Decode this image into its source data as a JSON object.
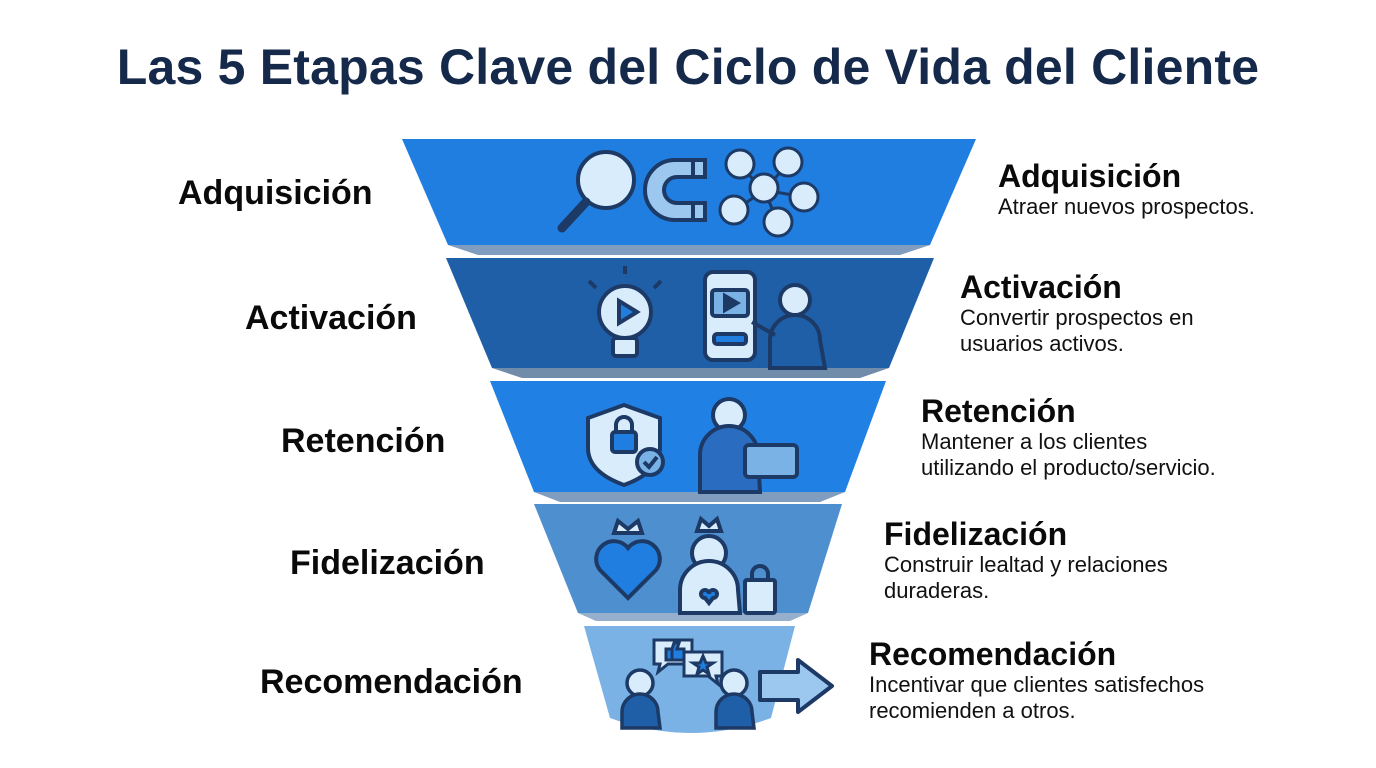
{
  "title": "Las 5 Etapas Clave del Ciclo de Vida del Cliente",
  "colors": {
    "stage1": "#1f7ee0",
    "stage2": "#1f5fa8",
    "stage3": "#2180e3",
    "stage4": "#4e8fd0",
    "stage5": "#7ab2e6",
    "title": "#15294b",
    "icon_stroke": "#1d3a66"
  },
  "stages": [
    {
      "left_label": "Adquisición",
      "title": "Adquisición",
      "desc_lines": [
        "Atraer nuevos prospectos."
      ],
      "icons": [
        "magnifier-icon",
        "magnet-icon",
        "people-network-icon"
      ]
    },
    {
      "left_label": "Activación",
      "title": "Activación",
      "desc_lines": [
        "Convertir prospectos en",
        "usuarios activos."
      ],
      "icons": [
        "lightbulb-play-icon",
        "smartphone-video-icon",
        "user-pointing-icon"
      ]
    },
    {
      "left_label": "Retención",
      "title": "Retención",
      "desc_lines": [
        "Mantener a los clientes",
        "utilizando el producto/servicio."
      ],
      "icons": [
        "shield-lock-icon",
        "person-tablet-icon"
      ]
    },
    {
      "left_label": "Fidelización",
      "title": "Fidelización",
      "desc_lines": [
        "Construir lealtad y relaciones",
        "duraderas."
      ],
      "icons": [
        "crowned-heart-icon",
        "crowned-woman-icon",
        "shopping-bag-icon"
      ]
    },
    {
      "left_label": "Recomendación",
      "title": "Recomendación",
      "desc_lines": [
        "Incentivar que clientes satisfechos",
        "recomienden a otros."
      ],
      "icons": [
        "thumbs-up-bubble-icon",
        "star-bubble-icon",
        "two-people-talking-icon",
        "arrow-right-icon"
      ]
    }
  ]
}
